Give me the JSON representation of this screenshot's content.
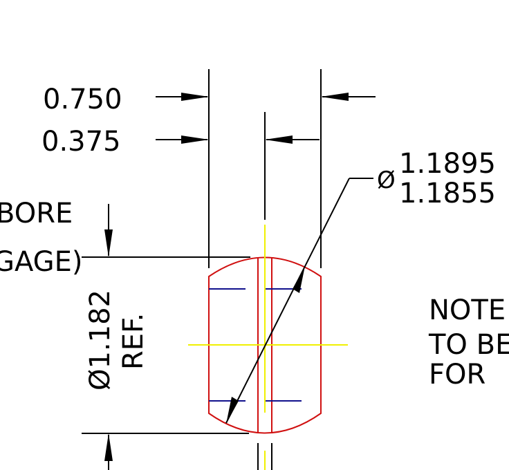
{
  "dimensions": {
    "width_outer": "0.750",
    "width_inner": "0.375",
    "diameter_symbol": "Ø",
    "diameter_upper": "1.1895",
    "diameter_lower": "1.1855",
    "ref_diameter": "Ø1.182",
    "ref_label": "REF."
  },
  "labels": {
    "bore": "BORE",
    "gage": "GAGE)"
  },
  "note": [
    "NOTE",
    "TO BE",
    "FOR"
  ],
  "colors": {
    "part_outline": "#d01010",
    "hidden_lines": "#10108c",
    "center_lines": "#f0f000",
    "dimension_lines": "#000000"
  }
}
